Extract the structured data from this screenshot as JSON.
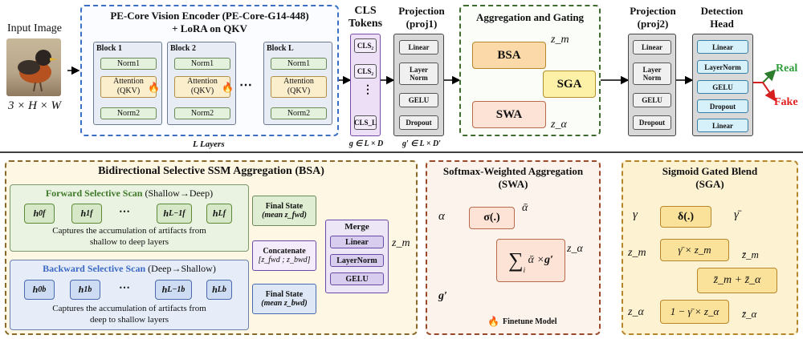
{
  "input": {
    "label": "Input Image",
    "dims": "3 × H × W"
  },
  "encoder": {
    "title_line1": "PE-Core Vision Encoder (PE-Core-G14-448)",
    "title_line2": "+ LoRA on QKV",
    "layers_label": "L Layers",
    "blocks": [
      {
        "name": "Block 1",
        "norm1": "Norm1",
        "attn1": "Attention",
        "attn2": "(QKV)",
        "norm2": "Norm2"
      },
      {
        "name": "Block 2",
        "norm1": "Norm1",
        "attn1": "Attention",
        "attn2": "(QKV)",
        "norm2": "Norm2"
      },
      {
        "name": "Block L",
        "norm1": "Norm1",
        "attn1": "Attention",
        "attn2": "(QKV)",
        "norm2": "Norm2"
      }
    ],
    "ellipsis": "⋯"
  },
  "cls": {
    "title_line1": "CLS",
    "title_line2": "Tokens",
    "tokens": [
      "CLS₂",
      "CLS₂",
      "CLS_L"
    ],
    "dots": "⋮",
    "dims": "g ∈ L × D"
  },
  "proj1": {
    "title_line1": "Projection",
    "title_line2": "(proj1)",
    "layers": [
      "Linear",
      "Layer Norm",
      "GELU",
      "Dropout"
    ],
    "dims": "g′ ∈ L × D′"
  },
  "agg": {
    "title": "Aggregation and Gating",
    "bsa": "BSA",
    "swa": "SWA",
    "sga": "SGA",
    "zm": "z_m",
    "za": "z_α"
  },
  "proj2": {
    "title_line1": "Projection",
    "title_line2": "(proj2)",
    "layers": [
      "Linear",
      "Layer Norm",
      "GELU",
      "Dropout"
    ]
  },
  "head": {
    "title_line1": "Detection",
    "title_line2": "Head",
    "layers": [
      "Linear",
      "LayerNorm",
      "GELU",
      "Dropout",
      "Linear"
    ],
    "real": "Real",
    "fake": "Fake"
  },
  "bsa_panel": {
    "title": "Bidirectional Selective SSM Aggregation (BSA)",
    "fwd_title": "Forward Selective Scan",
    "fwd_dir": "(Shallow→Deep)",
    "fwd_caption_1": "Captures the accumulation of artifacts from",
    "fwd_caption_2": "shallow to deep layers",
    "bwd_title": "Backward Selective Scan",
    "bwd_dir": "(Deep→Shallow)",
    "bwd_caption_1": "Captures the accumulation of artifacts from",
    "bwd_caption_2": "deep to shallow layers",
    "final_fwd_1": "Final State",
    "final_fwd_2": "(mean z_fwd)",
    "final_bwd_1": "Final State",
    "final_bwd_2": "(mean z_bwd)",
    "concat_1": "Concatenate",
    "concat_2": "[z_fwd ; z_bwd]",
    "merge_title": "Merge",
    "merge_layers": [
      "Linear",
      "LayerNorm",
      "GELU"
    ],
    "out": "z_m"
  },
  "swa_panel": {
    "title": "Softmax-Weighted Aggregation",
    "title2": "(SWA)",
    "alpha": "α",
    "sigma": "σ(.)",
    "alphabar": "ᾱ",
    "g": "g′",
    "out": "z_α",
    "finetune": "Finetune Model"
  },
  "sga_panel": {
    "title": "Sigmoid Gated Blend",
    "title2": "(SGA)",
    "gamma": "γ",
    "delta": "δ(.)",
    "gammabar": "γ̄",
    "zm": "z_m",
    "za": "z_α",
    "zmbar": "z̄_m",
    "zabar": "z̄_α",
    "box1": "γ̄ × z_m",
    "box2": "z̄_m + z̄_α",
    "box3": "1 − γ̄ × z_α"
  }
}
